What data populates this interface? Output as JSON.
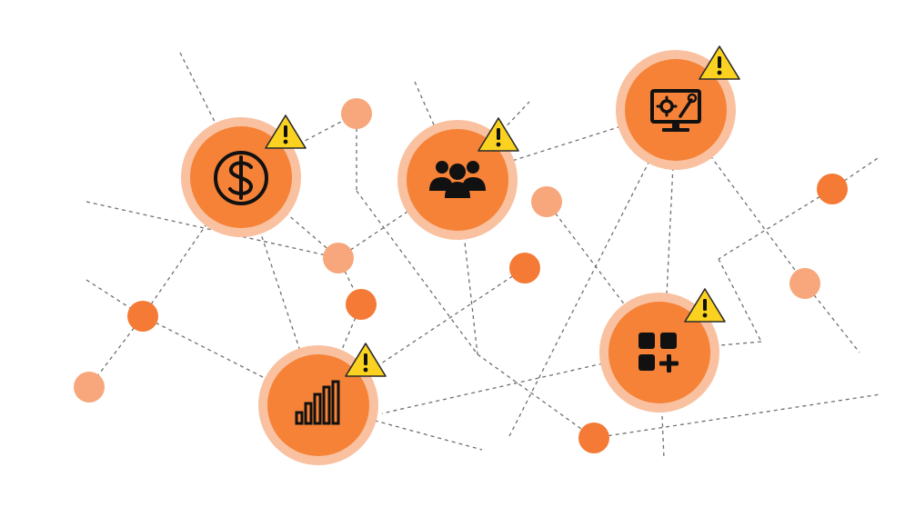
{
  "colors": {
    "hub_core": "#f58237",
    "hub_ring": "#f9c1a0",
    "dot_dark": "#f47a36",
    "dot_light": "#f7a77b",
    "icon": "#111111",
    "warning_fill": "#fbd21f",
    "warning_stroke": "#2a2a2a",
    "line": "#6f6f6f"
  },
  "hubs": [
    {
      "id": "finance",
      "icon": "dollar-circle-icon",
      "alert": "warning-icon"
    },
    {
      "id": "team",
      "icon": "user-group-icon",
      "alert": "warning-icon"
    },
    {
      "id": "settings",
      "icon": "monitor-gear-wrench-icon",
      "alert": "warning-icon"
    },
    {
      "id": "analytics",
      "icon": "bar-chart-icon",
      "alert": "warning-icon"
    },
    {
      "id": "apps",
      "icon": "app-grid-add-icon",
      "alert": "warning-icon"
    }
  ]
}
